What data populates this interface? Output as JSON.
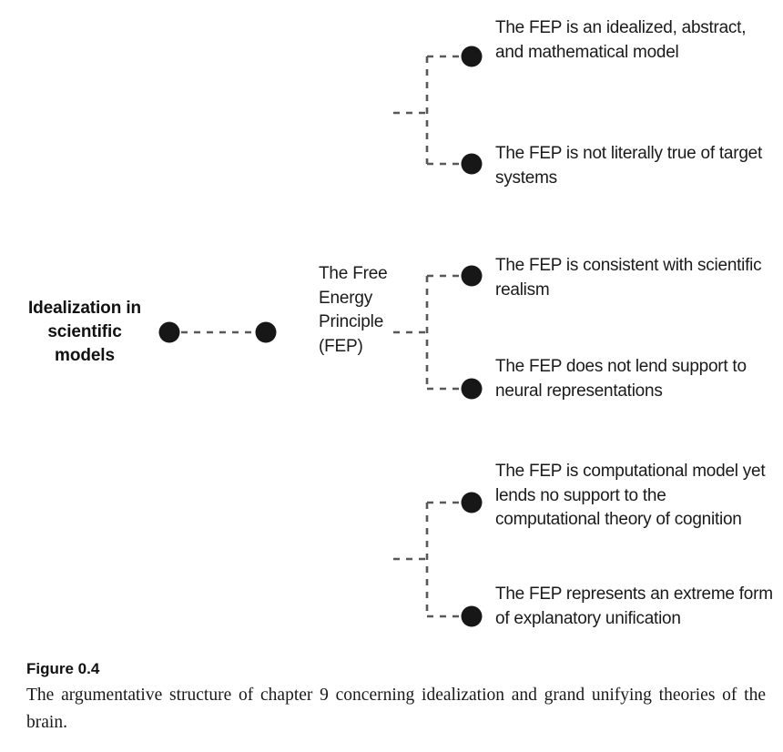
{
  "figure": {
    "caption_title": "Figure 0.4",
    "caption_body": "The argumentative structure of chapter 9 concerning idealization and grand unifying theories of the brain.",
    "node_color": "#171717",
    "connector_color": "#585858",
    "text_color": "#1a1a1a",
    "background_color": "#ffffff"
  },
  "diagram": {
    "type": "tree",
    "orientation": "left-to-right",
    "root": {
      "label": "Idealization in scientific models",
      "label_lines": [
        "Idealization in",
        "scientific",
        "models"
      ],
      "bold": true
    },
    "intermediate": {
      "label": "The Free Energy Principle (FEP)",
      "label_lines": [
        "The Free",
        "Energy",
        "Principle",
        "(FEP)"
      ],
      "bold": false
    },
    "groups": [
      {
        "group_name": "idealization-claims",
        "leaves": [
          "The FEP is an idealized, abstract, and mathematical model",
          "The FEP is not literally true of target systems"
        ]
      },
      {
        "group_name": "realism-claims",
        "leaves": [
          "The FEP is consistent with scientific realism",
          "The FEP does not lend support to neural representations"
        ]
      },
      {
        "group_name": "computation-claims",
        "leaves": [
          "The FEP is computational model yet lends no support to the computational theory of cognition",
          "The FEP represents an extreme form of explanatory unification"
        ]
      }
    ]
  }
}
